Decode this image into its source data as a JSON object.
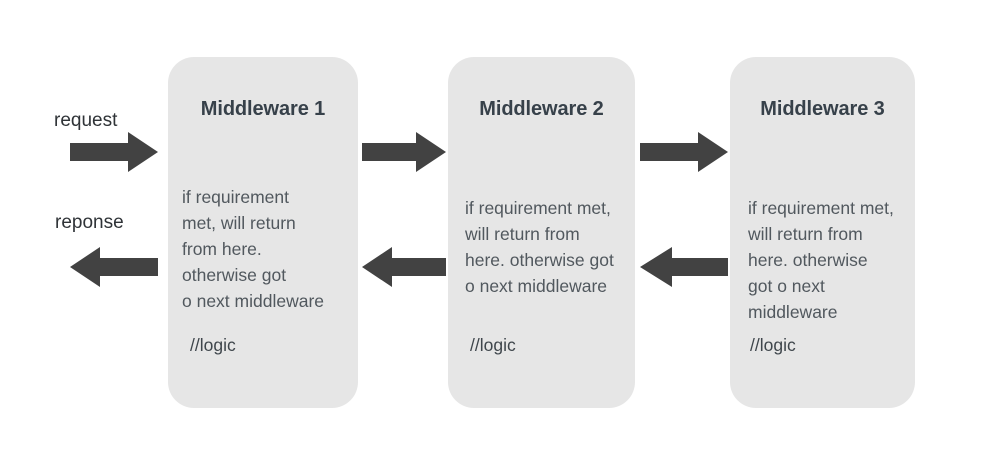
{
  "diagram": {
    "title": "Middleware pipeline request/response flow",
    "background_color": "#ffffff",
    "box_color": "#e6e6e6",
    "arrow_color": "#424242",
    "title_color": "#37414a",
    "body_color": "#51585e"
  },
  "labels": {
    "request": "request",
    "response": "reponse"
  },
  "boxes": [
    {
      "title": "Middleware 1",
      "body": "if requirement\nmet, will return\nfrom here.\notherwise got\no next middleware",
      "logic": "//logic"
    },
    {
      "title": "Middleware 2",
      "body": "if requirement met,\nwill return from\nhere. otherwise got\no next middleware",
      "logic": "//logic"
    },
    {
      "title": "Middleware 3",
      "body": "if requirement met,\nwill return from\nhere. otherwise\ngot o next\nmiddleware",
      "logic": "//logic"
    }
  ],
  "arrows": {
    "request_in": "arrow-right",
    "mw1_to_mw2": "arrow-right",
    "mw2_to_mw3": "arrow-right",
    "response_out": "arrow-left",
    "mw2_to_mw1": "arrow-left",
    "mw3_to_mw2": "arrow-left"
  }
}
